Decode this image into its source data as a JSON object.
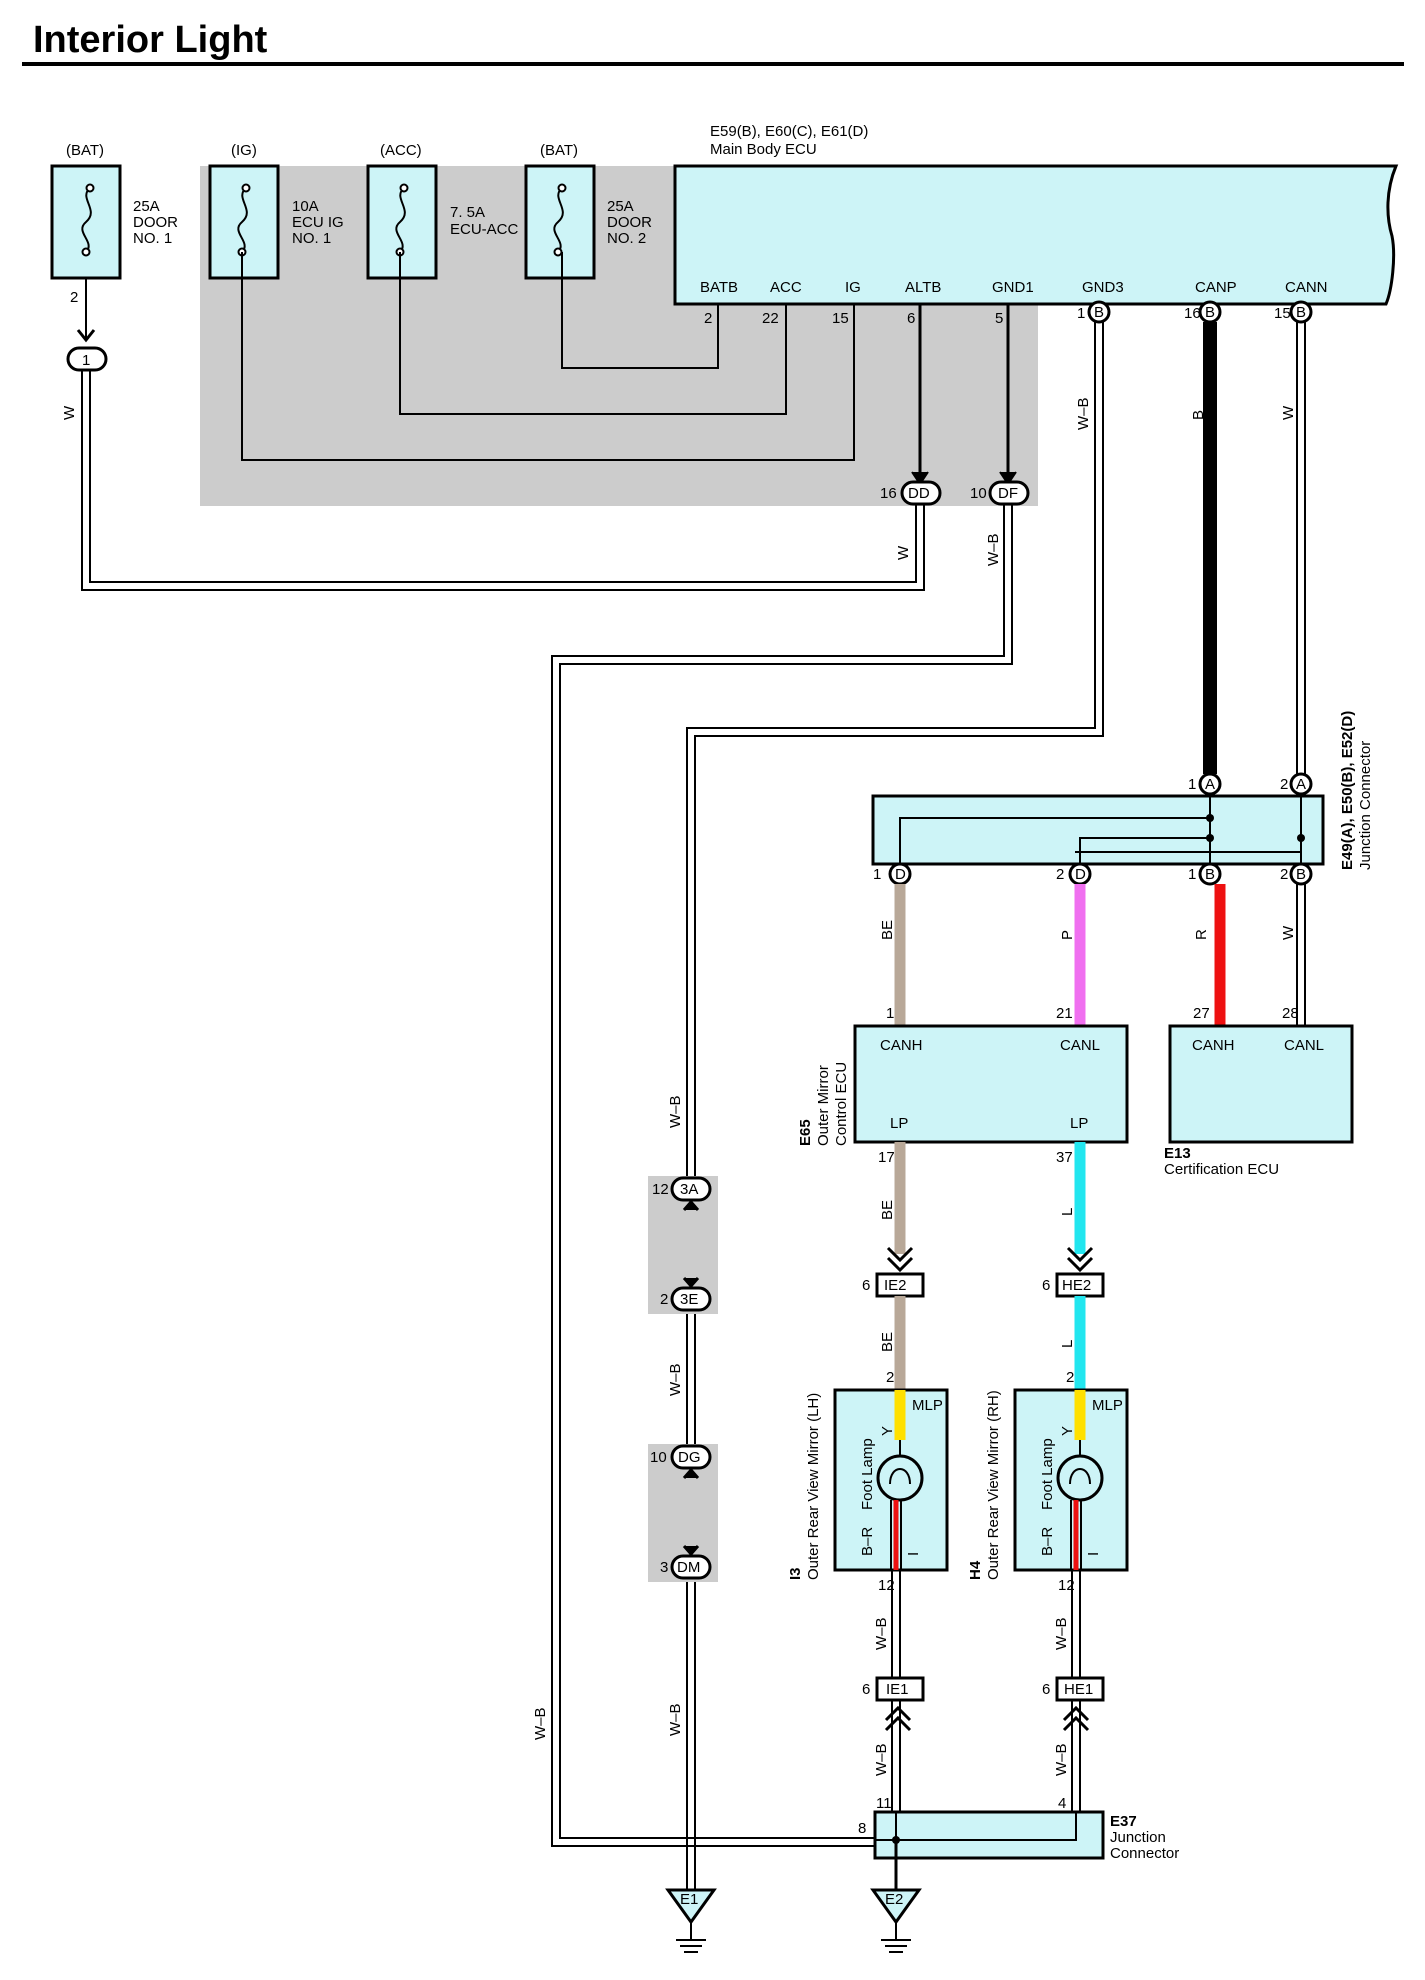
{
  "title": "Interior Light",
  "fuses": [
    {
      "source": "(BAT)",
      "label": [
        "25A",
        "DOOR",
        "NO. 1"
      ],
      "pin": "2",
      "connector": "1"
    },
    {
      "source": "(IG)",
      "label": [
        "10A",
        "ECU IG",
        "NO. 1"
      ]
    },
    {
      "source": "(ACC)",
      "label": [
        "7. 5A",
        "ECU-ACC"
      ]
    },
    {
      "source": "(BAT)",
      "label": [
        "25A",
        "DOOR",
        "NO. 2"
      ]
    }
  ],
  "main_ecu": {
    "id": "E59(B), E60(C), E61(D)",
    "name": "Main Body ECU",
    "terminals": [
      {
        "label": "BATB",
        "pin": "2",
        "conn": ""
      },
      {
        "label": "ACC",
        "pin": "22",
        "conn": ""
      },
      {
        "label": "IG",
        "pin": "15",
        "conn": ""
      },
      {
        "label": "ALTB",
        "pin": "6",
        "conn": ""
      },
      {
        "label": "GND1",
        "pin": "5",
        "conn": ""
      },
      {
        "label": "GND3",
        "pin": "1",
        "conn": "B"
      },
      {
        "label": "CANP",
        "pin": "16",
        "conn": "B"
      },
      {
        "label": "CANN",
        "pin": "15",
        "conn": "B"
      }
    ]
  },
  "inline_connectors": [
    {
      "pin": "16",
      "id": "DD"
    },
    {
      "pin": "10",
      "id": "DF"
    },
    {
      "pin": "12",
      "id": "3A"
    },
    {
      "pin": "2",
      "id": "3E"
    },
    {
      "pin": "10",
      "id": "DG"
    },
    {
      "pin": "3",
      "id": "DM"
    },
    {
      "pin": "6",
      "id": "IE2"
    },
    {
      "pin": "6",
      "id": "HE2"
    },
    {
      "pin": "6",
      "id": "IE1"
    },
    {
      "pin": "6",
      "id": "HE1"
    }
  ],
  "wires": {
    "w": "W",
    "wb": "W–B",
    "b": "B",
    "be": "BE",
    "p": "P",
    "r": "R",
    "l": "L",
    "y": "Y",
    "br": "B–R",
    "i": "I"
  },
  "junction_e49": {
    "id": "E49(A), E50(B), E52(D)",
    "name": "Junction Connector",
    "top_pins": [
      {
        "pin": "1",
        "conn": "A"
      },
      {
        "pin": "2",
        "conn": "A"
      }
    ],
    "bottom_pins": [
      {
        "pin": "1",
        "conn": "D"
      },
      {
        "pin": "2",
        "conn": "D"
      },
      {
        "pin": "1",
        "conn": "B"
      },
      {
        "pin": "2",
        "conn": "B"
      }
    ]
  },
  "outer_mirror_ecu": {
    "id": "E65",
    "name": [
      "Outer Mirror",
      "Control ECU"
    ],
    "canh_pin": "1",
    "canl_pin": "21",
    "canh": "CANH",
    "canl": "CANL",
    "lp": "LP",
    "lp1_pin": "17",
    "lp2_pin": "37"
  },
  "cert_ecu": {
    "id": "E13",
    "name": "Certification ECU",
    "canh_pin": "27",
    "canl_pin": "28",
    "canh": "CANH",
    "canl": "CANL"
  },
  "mirror_lh": {
    "id": "I3",
    "name": "Outer Rear View Mirror (LH)",
    "lamp": "Foot Lamp",
    "mlp": "MLP",
    "pin_top": "2",
    "pin_bottom": "12"
  },
  "mirror_rh": {
    "id": "H4",
    "name": "Outer Rear View Mirror (RH)",
    "lamp": "Foot Lamp",
    "mlp": "MLP",
    "pin_top": "2",
    "pin_bottom": "12"
  },
  "junction_e37": {
    "id": "E37",
    "name": [
      "Junction",
      "Connector"
    ],
    "pins": [
      "8",
      "11",
      "4"
    ]
  },
  "grounds": [
    "E1",
    "E2"
  ],
  "colors": {
    "box_fill": "#cdf4f7",
    "shade": "#cccccc",
    "be": "#b8a898",
    "pink": "#f070f0",
    "red": "#ee1111",
    "cyan": "#22e6ef",
    "yellow": "#ffe000"
  }
}
